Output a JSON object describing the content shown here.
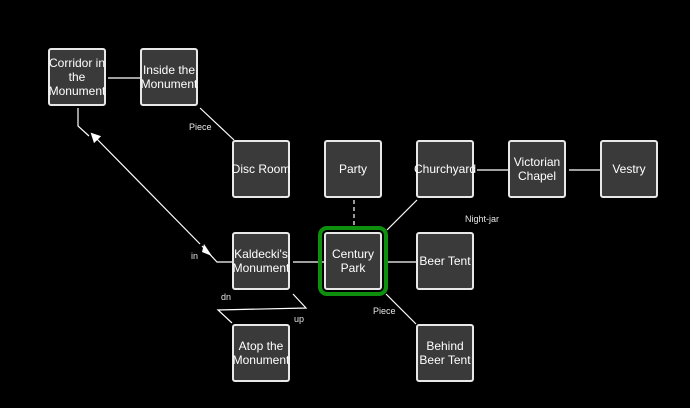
{
  "map": {
    "current_room": "Century Park",
    "colors": {
      "background": "#000000",
      "room_fill": "#3a3a3a",
      "room_border": "#e8e8e8",
      "current_highlight": "#0e8f0e",
      "connector": "#ffffff"
    },
    "rooms": {
      "corridor": "Corridor in the Monument",
      "inside_monument": "Inside the Monument",
      "disc_room": "Disc Room",
      "party": "Party",
      "churchyard": "Churchyard",
      "victorian_chapel": "Victorian Chapel",
      "vestry": "Vestry",
      "kaldeckis_monument": "Kaldecki's Monument",
      "century_park": "Century Park",
      "beer_tent": "Beer Tent",
      "atop_monument": "Atop the Monument",
      "behind_beer_tent": "Behind Beer Tent"
    },
    "connection_labels": {
      "piece_upper": "Piece",
      "piece_lower": "Piece",
      "night_jar": "Night-jar",
      "in": "in",
      "dn": "dn",
      "up": "up"
    }
  }
}
